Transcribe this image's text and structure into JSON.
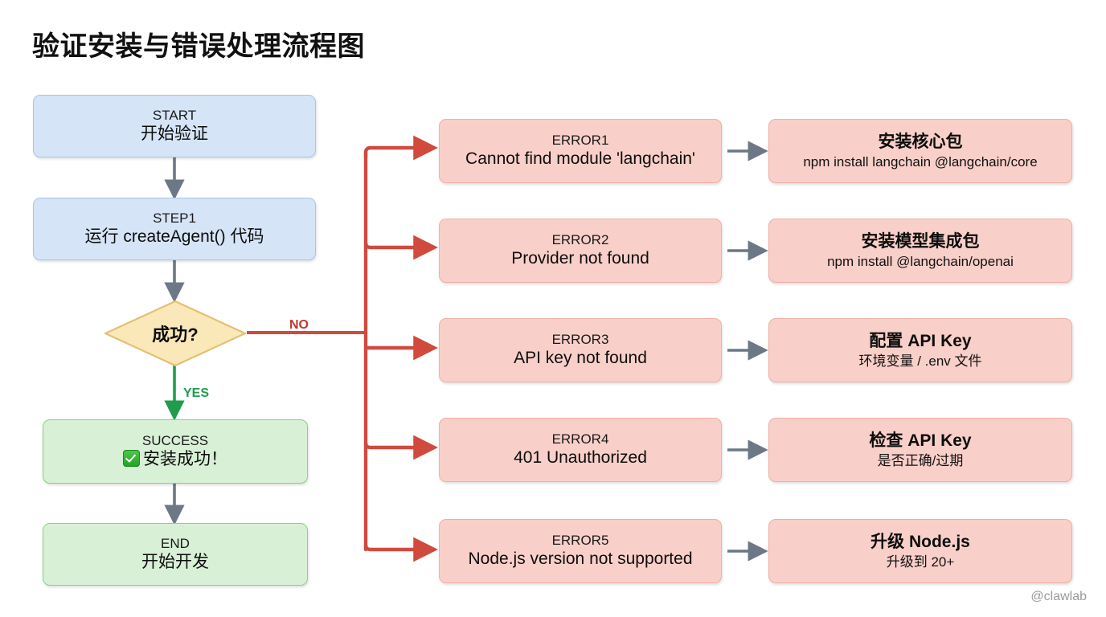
{
  "page": {
    "title": "验证安装与错误处理流程图",
    "watermark": "@clawlab",
    "background": "#ffffff"
  },
  "colors": {
    "blue_fill": "#d6e4f7",
    "blue_border": "#a7c4e6",
    "green_fill": "#d8f0d6",
    "green_border": "#8ccf8a",
    "red_fill": "#f9cfc9",
    "red_border": "#eeb0a8",
    "diamond_fill": "#fae8b8",
    "diamond_border": "#e3c074",
    "arrow_gray": "#6d7886",
    "arrow_red": "#d04a3e",
    "arrow_green": "#1f9d4d",
    "title_color": "#111111",
    "watermark_color": "#9a9a9a"
  },
  "chart_data": {
    "type": "flowchart",
    "title": "验证安装与错误处理流程图",
    "orientation": "left-to-right with vertical main path",
    "nodes": [
      {
        "id": "START",
        "shape": "rounded-rect",
        "style": "blue",
        "line1": "START",
        "line2": "开始验证"
      },
      {
        "id": "STEP1",
        "shape": "rounded-rect",
        "style": "blue",
        "line1": "STEP1",
        "line2": "运行 createAgent() 代码"
      },
      {
        "id": "DECIDE",
        "shape": "diamond",
        "style": "yellow",
        "line1": "成功?",
        "line2": ""
      },
      {
        "id": "SUCCESS",
        "shape": "rounded-rect",
        "style": "green",
        "line1": "SUCCESS",
        "line2": "安装成功！",
        "icon": "check-icon"
      },
      {
        "id": "END",
        "shape": "rounded-rect",
        "style": "green",
        "line1": "END",
        "line2": "开始开发"
      },
      {
        "id": "ERROR1",
        "shape": "rounded-rect",
        "style": "red",
        "line1": "ERROR1",
        "line2": "Cannot find module 'langchain'"
      },
      {
        "id": "ERROR2",
        "shape": "rounded-rect",
        "style": "red",
        "line1": "ERROR2",
        "line2": "Provider not found"
      },
      {
        "id": "ERROR3",
        "shape": "rounded-rect",
        "style": "red",
        "line1": "ERROR3",
        "line2": "API key not found"
      },
      {
        "id": "ERROR4",
        "shape": "rounded-rect",
        "style": "red",
        "line1": "ERROR4",
        "line2": "401 Unauthorized"
      },
      {
        "id": "ERROR5",
        "shape": "rounded-rect",
        "style": "red",
        "line1": "ERROR5",
        "line2": "Node.js version not supported"
      },
      {
        "id": "FIX1",
        "shape": "rounded-rect",
        "style": "red",
        "line1": "安装核心包",
        "line2": "npm install langchain @langchain/core"
      },
      {
        "id": "FIX2",
        "shape": "rounded-rect",
        "style": "red",
        "line1": "安装模型集成包",
        "line2": "npm install @langchain/openai"
      },
      {
        "id": "FIX3",
        "shape": "rounded-rect",
        "style": "red",
        "line1": "配置 API Key",
        "line2": "环境变量 / .env 文件"
      },
      {
        "id": "FIX4",
        "shape": "rounded-rect",
        "style": "red",
        "line1": "检查 API Key",
        "line2": "是否正确/过期"
      },
      {
        "id": "FIX5",
        "shape": "rounded-rect",
        "style": "red",
        "line1": "升级 Node.js",
        "line2": "升级到 20+"
      }
    ],
    "edges": [
      {
        "from": "START",
        "to": "STEP1",
        "label": "",
        "color": "gray"
      },
      {
        "from": "STEP1",
        "to": "DECIDE",
        "label": "",
        "color": "gray"
      },
      {
        "from": "DECIDE",
        "to": "SUCCESS",
        "label": "YES",
        "color": "green"
      },
      {
        "from": "SUCCESS",
        "to": "END",
        "label": "",
        "color": "gray"
      },
      {
        "from": "DECIDE",
        "to": "ERROR1",
        "label": "NO",
        "color": "red"
      },
      {
        "from": "DECIDE",
        "to": "ERROR2",
        "label": "",
        "color": "red"
      },
      {
        "from": "DECIDE",
        "to": "ERROR3",
        "label": "",
        "color": "red"
      },
      {
        "from": "DECIDE",
        "to": "ERROR4",
        "label": "",
        "color": "red"
      },
      {
        "from": "DECIDE",
        "to": "ERROR5",
        "label": "",
        "color": "red"
      },
      {
        "from": "ERROR1",
        "to": "FIX1",
        "label": "",
        "color": "gray"
      },
      {
        "from": "ERROR2",
        "to": "FIX2",
        "label": "",
        "color": "gray"
      },
      {
        "from": "ERROR3",
        "to": "FIX3",
        "label": "",
        "color": "gray"
      },
      {
        "from": "ERROR4",
        "to": "FIX4",
        "label": "",
        "color": "gray"
      },
      {
        "from": "ERROR5",
        "to": "FIX5",
        "label": "",
        "color": "gray"
      }
    ]
  },
  "flow": {
    "start": {
      "line1": "START",
      "line2": "开始验证"
    },
    "step1": {
      "line1": "STEP1",
      "line2": "运行 createAgent() 代码"
    },
    "decide": {
      "label": "成功?"
    },
    "success": {
      "line1": "SUCCESS",
      "line2": "安装成功！"
    },
    "end": {
      "line1": "END",
      "line2": "开始开发"
    },
    "labels": {
      "yes": "YES",
      "no": "NO"
    }
  },
  "errors": [
    {
      "code": "ERROR1",
      "message": "Cannot find module 'langchain'",
      "fix_title": "安装核心包",
      "fix_detail": "npm install langchain @langchain/core"
    },
    {
      "code": "ERROR2",
      "message": "Provider not found",
      "fix_title": "安装模型集成包",
      "fix_detail": "npm install @langchain/openai"
    },
    {
      "code": "ERROR3",
      "message": "API key not found",
      "fix_title": "配置 API Key",
      "fix_detail": "环境变量 / .env 文件"
    },
    {
      "code": "ERROR4",
      "message": "401 Unauthorized",
      "fix_title": "检查 API Key",
      "fix_detail": "是否正确/过期"
    },
    {
      "code": "ERROR5",
      "message": "Node.js version not supported",
      "fix_title": "升级 Node.js",
      "fix_detail": "升级到 20+"
    }
  ]
}
